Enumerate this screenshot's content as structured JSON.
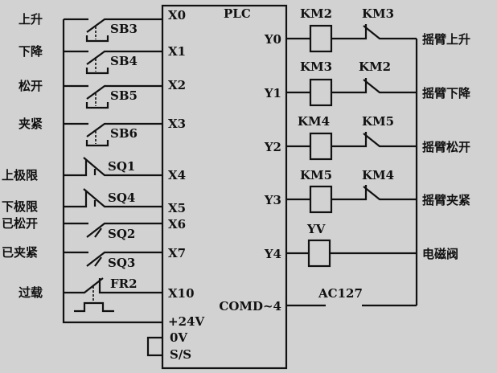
{
  "plc": {
    "title": "PLC",
    "inputs": [
      "X0",
      "X1",
      "X2",
      "X3",
      "X4",
      "X5",
      "X6",
      "X7",
      "X10"
    ],
    "outputs": [
      "Y0",
      "Y1",
      "Y2",
      "Y3",
      "Y4"
    ],
    "com": "COMD~4",
    "power": [
      "+24V",
      "0V",
      "S/S"
    ]
  },
  "input_labels": [
    "上升",
    "下降",
    "松开",
    "夹紧",
    "上极限",
    "下极限",
    "已松开",
    "已夹紧",
    "过载"
  ],
  "input_devices": [
    "SB3",
    "SB4",
    "SB5",
    "SB6",
    "SQ1",
    "SQ4",
    "SQ2",
    "SQ3",
    "FR2"
  ],
  "output_coils": [
    "KM2",
    "KM3",
    "KM4",
    "KM5",
    "YV"
  ],
  "output_interlocks": [
    "KM3",
    "KM2",
    "KM5",
    "KM4"
  ],
  "output_labels": [
    "摇臂上升",
    "摇臂下降",
    "摇臂松开",
    "摇臂夹紧",
    "电磁阀"
  ],
  "supply": "AC127"
}
